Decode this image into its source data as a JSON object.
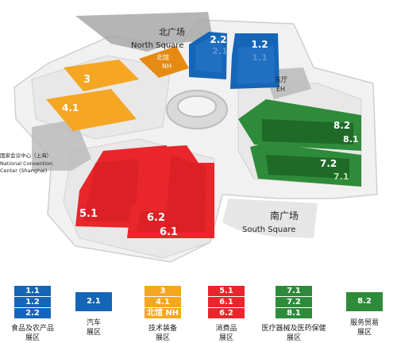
{
  "map": {
    "north_square_cn": "北广场",
    "north_square_en": "North Square",
    "south_square_cn": "南广场",
    "south_square_en": "South Square",
    "convention_center": {
      "line1": "国家会议中心（上海）",
      "line2": "National Convention",
      "line3": "Center (Shanghai)"
    },
    "halls": {
      "h1_1": "1.1",
      "h1_2": "1.2",
      "h2_1": "2.1",
      "h2_2": "2.2",
      "h3": "3",
      "h4_1": "4.1",
      "h5_1": "5.1",
      "h6_1": "6.1",
      "h6_2": "6.2",
      "h7_1": "7.1",
      "h7_2": "7.2",
      "h8_1": "8.1",
      "h8_2": "8.2"
    },
    "north_hall_cn": "北馆",
    "north_hall_en": "NH",
    "east_hall_cn": "东厅",
    "east_hall_en": "EH"
  },
  "colors": {
    "blue": "#1565b8",
    "blue_light": "#5a92d3",
    "orange": "#f5a623",
    "orange_dark": "#e58a12",
    "red": "#e8262b",
    "red_dark": "#c81c20",
    "green": "#2e8b3a",
    "green_dark": "#1f6a28",
    "grey": "#9a9a9a"
  },
  "legend": [
    {
      "color": "#1565b8",
      "items": [
        "1.1",
        "1.2",
        "2.2"
      ],
      "label_line1": "食品及农产品",
      "label_line2": "展区"
    },
    {
      "color": "#1565b8",
      "items": [
        "2.1"
      ],
      "label_line1": "汽车",
      "label_line2": "展区"
    },
    {
      "color": "#f5a623",
      "items": [
        "3",
        "4.1",
        "北馆 NH"
      ],
      "label_line1": "技术装备",
      "label_line2": "展区"
    },
    {
      "color": "#e8262b",
      "items": [
        "5.1",
        "6.1",
        "6.2"
      ],
      "label_line1": "消费品",
      "label_line2": "展区"
    },
    {
      "color": "#2e8b3a",
      "items": [
        "7.1",
        "7.2",
        "8.1"
      ],
      "label_line1": "医疗器械及医药保健",
      "label_line2": "展区"
    },
    {
      "color": "#2e8b3a",
      "items": [
        "8.2"
      ],
      "label_line1": "服务贸易",
      "label_line2": "展区"
    }
  ]
}
